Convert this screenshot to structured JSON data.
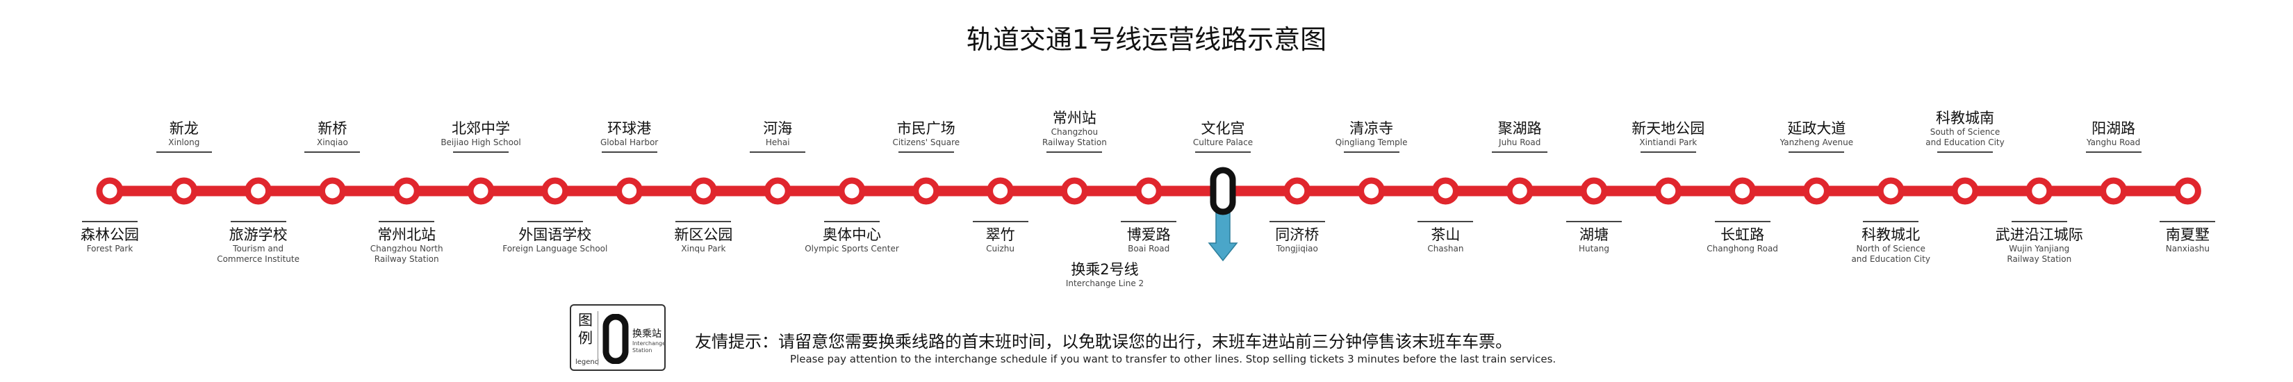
{
  "title": "轨道交通1号线运营线路示意图",
  "line_color": "#e0262d",
  "transfer_color": "#4aa6c9",
  "stations": [
    {
      "zh": "森林公园",
      "en": [
        "Forest Park"
      ],
      "pos": "below"
    },
    {
      "zh": "新龙",
      "en": [
        "Xinlong"
      ],
      "pos": "above"
    },
    {
      "zh": "旅游学校",
      "en": [
        "Tourism and",
        "Commerce Institute"
      ],
      "pos": "below"
    },
    {
      "zh": "新桥",
      "en": [
        "Xinqiao"
      ],
      "pos": "above"
    },
    {
      "zh": "常州北站",
      "en": [
        "Changzhou North",
        "Railway Station"
      ],
      "pos": "below"
    },
    {
      "zh": "北郊中学",
      "en": [
        "Beijiao High School"
      ],
      "pos": "above"
    },
    {
      "zh": "外国语学校",
      "en": [
        "Foreign Language School"
      ],
      "pos": "below"
    },
    {
      "zh": "环球港",
      "en": [
        "Global Harbor"
      ],
      "pos": "above"
    },
    {
      "zh": "新区公园",
      "en": [
        "Xinqu Park"
      ],
      "pos": "below"
    },
    {
      "zh": "河海",
      "en": [
        "Hehai"
      ],
      "pos": "above"
    },
    {
      "zh": "奥体中心",
      "en": [
        "Olympic Sports Center"
      ],
      "pos": "below"
    },
    {
      "zh": "市民广场",
      "en": [
        "Citizens' Square"
      ],
      "pos": "above"
    },
    {
      "zh": "翠竹",
      "en": [
        "Cuizhu"
      ],
      "pos": "below"
    },
    {
      "zh": "常州站",
      "en": [
        "Changzhou",
        "Railway Station"
      ],
      "pos": "above"
    },
    {
      "zh": "博爱路",
      "en": [
        "Boai Road"
      ],
      "pos": "below"
    },
    {
      "zh": "文化宫",
      "en": [
        "Culture Palace"
      ],
      "pos": "above",
      "interchange": true
    },
    {
      "zh": "同济桥",
      "en": [
        "Tongjiqiao"
      ],
      "pos": "below"
    },
    {
      "zh": "清凉寺",
      "en": [
        "Qingliang Temple"
      ],
      "pos": "above"
    },
    {
      "zh": "茶山",
      "en": [
        "Chashan"
      ],
      "pos": "below"
    },
    {
      "zh": "聚湖路",
      "en": [
        "Juhu Road"
      ],
      "pos": "above"
    },
    {
      "zh": "湖塘",
      "en": [
        "Hutang"
      ],
      "pos": "below"
    },
    {
      "zh": "新天地公园",
      "en": [
        "Xintiandi Park"
      ],
      "pos": "above"
    },
    {
      "zh": "长虹路",
      "en": [
        "Changhong Road"
      ],
      "pos": "below"
    },
    {
      "zh": "延政大道",
      "en": [
        "Yanzheng Avenue"
      ],
      "pos": "above"
    },
    {
      "zh": "科教城北",
      "en": [
        "North of Science",
        "and Education City"
      ],
      "pos": "below"
    },
    {
      "zh": "科教城南",
      "en": [
        "South of Science",
        "and Education City"
      ],
      "pos": "above"
    },
    {
      "zh": "武进沿江城际",
      "en": [
        "Wujin Yanjiang",
        "Railway Station"
      ],
      "pos": "below"
    },
    {
      "zh": "阳湖路",
      "en": [
        "Yanghu Road"
      ],
      "pos": "above"
    },
    {
      "zh": "南夏墅",
      "en": [
        "Nanxiashu"
      ],
      "pos": "below"
    }
  ],
  "transfer": {
    "zh": "换乘2号线",
    "en": "Interchange Line 2"
  },
  "legend": {
    "title": "图例",
    "sub": "legend",
    "label_zh": "换乘站",
    "label_en": "Interchange Station"
  },
  "notice": {
    "zh": "友情提示：请留意您需要换乘线路的首末班时间，以免耽误您的出行，末班车进站前三分钟停售该末班车车票。",
    "en": "Please pay attention to the interchange schedule if you want to transfer to other lines. Stop selling tickets 3 minutes before the last train services."
  }
}
